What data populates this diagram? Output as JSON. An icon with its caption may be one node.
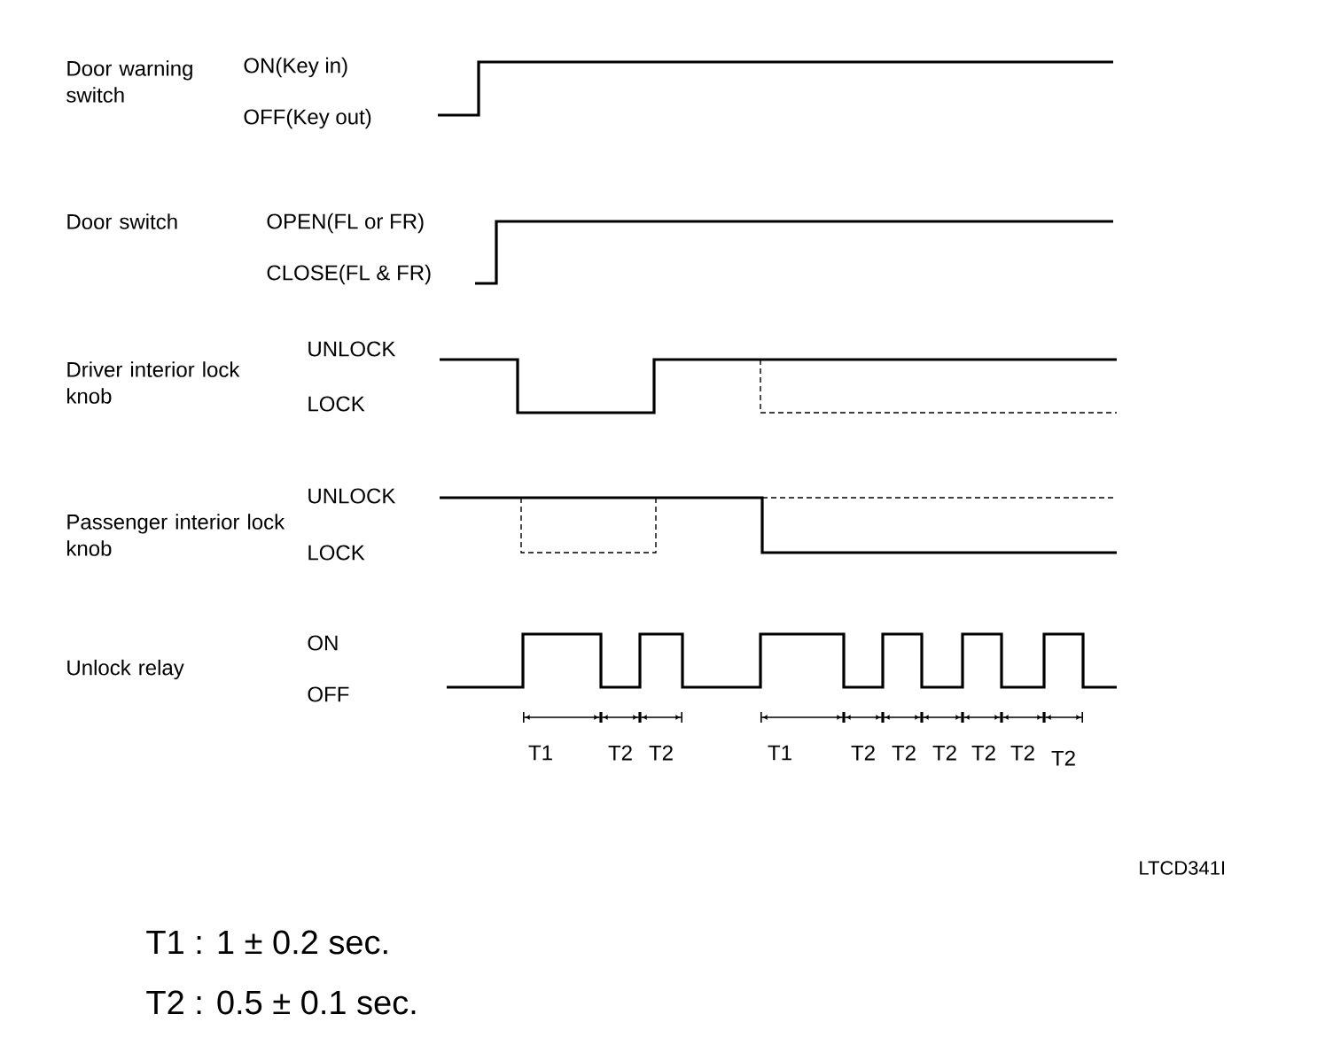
{
  "diagram": {
    "labels": [
      "Door warning switch",
      "ON(Key in)",
      "OFF(Key out)",
      "Door switch",
      "OPEN(FL or FR)",
      "CLOSE(FL & FR)",
      "Driver interior lock knob",
      "UNLOCK",
      "LOCK",
      "Passenger interior lock knob",
      "UNLOCK",
      "LOCK",
      "Unlock relay",
      "ON",
      "OFF",
      "T1",
      "T2",
      "T2",
      "T1",
      "T2",
      "T2",
      "T2",
      "T2",
      "T2",
      "T2",
      "LTCD341I",
      "T1 : 1 ± 0.2 sec.",
      "T2 : 0.5 ± 0.1 sec."
    ]
  }
}
